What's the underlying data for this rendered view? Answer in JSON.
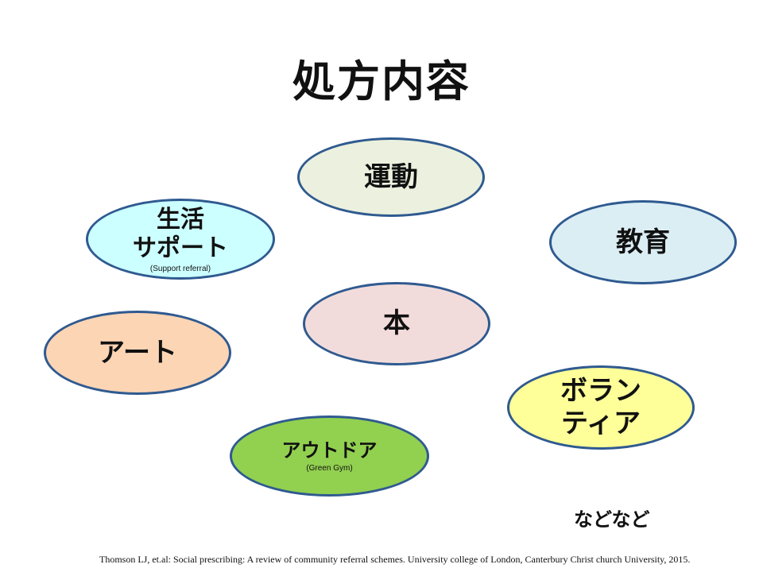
{
  "title": "処方内容",
  "ellipses": {
    "undou": {
      "label": "運動",
      "fill": "#ebf1de"
    },
    "kyouiku": {
      "label": "教育",
      "fill": "#dbeef4"
    },
    "seikatsu": {
      "line1": "生活",
      "line2": "サポート",
      "sub": "(Support referral)",
      "fill": "#ccffff"
    },
    "hon": {
      "label": "本",
      "fill": "#f2dcdb"
    },
    "art": {
      "label": "アート",
      "fill": "#fcd5b5"
    },
    "volunteer": {
      "line1": "ボラン",
      "line2": "ティア",
      "fill": "#ffff99"
    },
    "outdoor": {
      "label": "アウトドア",
      "sub": "(Green Gym)",
      "fill": "#92d050"
    }
  },
  "etc": "などなど",
  "citation": "Thomson LJ, et.al: Social prescribing: A review of community referral schemes. University college of London, Canterbury Christ church University, 2015.",
  "colors": {
    "border": "#2f5a90"
  }
}
